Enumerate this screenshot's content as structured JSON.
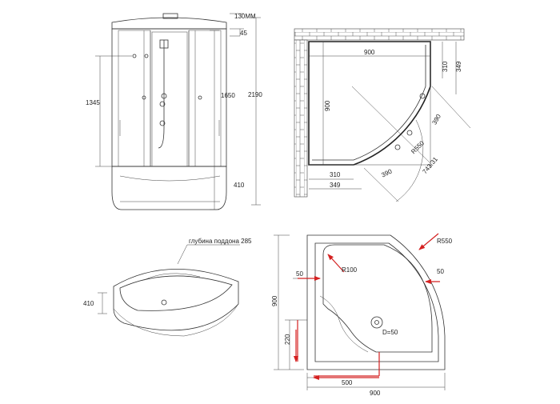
{
  "colors": {
    "line": "#333333",
    "accent": "#d42020",
    "glass": "#f2f2f2",
    "background": "#ffffff"
  },
  "front_view": {
    "dims": {
      "top": "130MM",
      "top_small": "45",
      "total_height": "2190",
      "inner_height": "1650",
      "panel_height": "1345",
      "tray_height": "410"
    }
  },
  "plan_view": {
    "dims": {
      "width": "900",
      "depth": "900",
      "a": "310",
      "b": "349",
      "c": "390",
      "r": "R550",
      "diag": "743.31",
      "bottom_a": "310",
      "bottom_b": "349",
      "bottom_c": "390"
    }
  },
  "tray_perspective": {
    "callout": "глубина поддона 285",
    "height": "410"
  },
  "tray_plan": {
    "dims": {
      "depth": "900",
      "width": "900",
      "r_outer": "R550",
      "r_inner": "R100",
      "margin_left": "50",
      "margin_right": "50",
      "step": "220",
      "seat": "500",
      "drain": "D=50"
    }
  }
}
